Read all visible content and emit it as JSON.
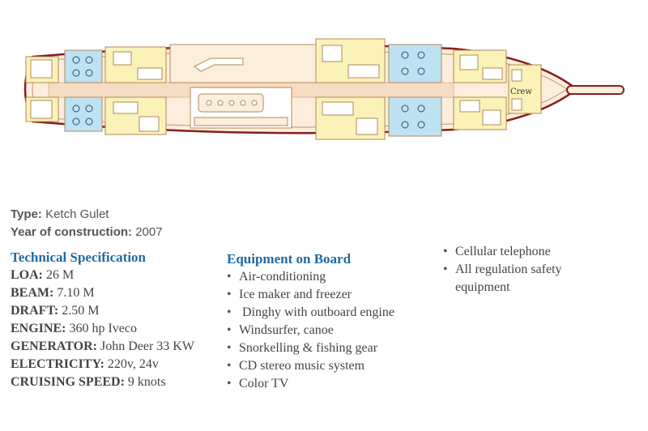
{
  "plan": {
    "crew_label": "Crew",
    "colors": {
      "hull_fill": "#fbeedc",
      "hull_stroke": "#8a1d1d",
      "cabin_fill": "#fbf2b8",
      "bath_fill": "#bfe2f2",
      "line": "#b0895a"
    }
  },
  "info": {
    "type_label": "Type:",
    "type_value": "Ketch Gulet",
    "year_label": "Year of construction:",
    "year_value": "2007"
  },
  "specs": {
    "heading": "Technical Specification",
    "rows": [
      {
        "label": "LOA:",
        "value": "26 M"
      },
      {
        "label": "BEAM:",
        "value": "7.10 M"
      },
      {
        "label": "DRAFT:",
        "value": "2.50 M"
      },
      {
        "label": "ENGINE:",
        "value": "360 hp Iveco"
      },
      {
        "label": "GENERATOR:",
        "value": "John Deer 33 KW"
      },
      {
        "label": "ELECTRICITY:",
        "value": "220v, 24v"
      },
      {
        "label": "CRUISING SPEED:",
        "value": "9 knots"
      }
    ]
  },
  "equipment": {
    "heading": "Equipment on Board",
    "items": [
      "Air-conditioning",
      "Ice maker and freezer",
      " Dinghy with outboard engine",
      "Windsurfer, canoe",
      "Snorkelling & fishing gear",
      "CD stereo music system",
      "Color TV"
    ]
  },
  "extra": {
    "items": [
      "Cellular telephone",
      "All regulation safety equipment"
    ]
  }
}
